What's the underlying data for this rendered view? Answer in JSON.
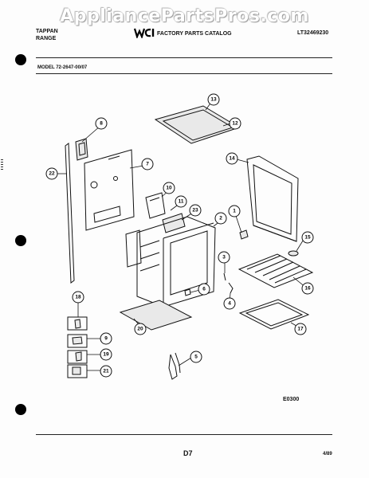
{
  "watermark": "AppliancePartsPros.com",
  "header": {
    "brand_line1": "TAPPAN",
    "brand_line2": "RANGE",
    "catalog_title": "FACTORY PARTS CATALOG",
    "document_number": "LT32469230",
    "logo_icon": "wci-logo-icon"
  },
  "model_label": "MODEL 72-2647-00/07",
  "callouts": [
    "1",
    "2",
    "3",
    "4",
    "5",
    "6",
    "7",
    "8",
    "9",
    "10",
    "11",
    "12",
    "13",
    "14",
    "15",
    "16",
    "17",
    "18",
    "19",
    "20",
    "21",
    "22",
    "23"
  ],
  "figure_code": "E0300",
  "footer": {
    "page_number": "D7",
    "date": "4/89"
  }
}
